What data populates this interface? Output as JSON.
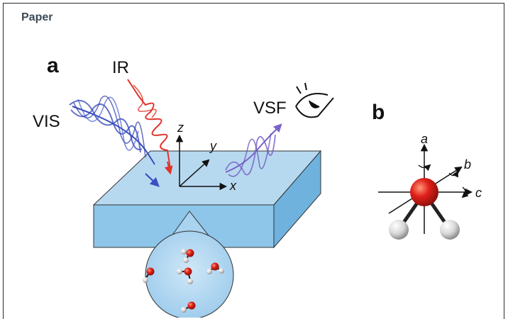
{
  "header": {
    "label": "Paper"
  },
  "panel_a": {
    "letter": "a",
    "beams": {
      "visible": "VIS",
      "infrared": "IR",
      "sum_frequency": "VSF"
    },
    "axes": {
      "x": "x",
      "y": "y",
      "z": "z"
    },
    "colors": {
      "slab_top": "#b7d9f0",
      "slab_front": "#8ec6ea",
      "slab_side": "#6eb2dd",
      "vis_beam": "#3b4fbf",
      "ir_beam": "#e0342c",
      "vsf_beam": "#7b63c9"
    }
  },
  "panel_b": {
    "letter": "b",
    "axes": {
      "a": "a",
      "b": "b",
      "c": "c"
    },
    "colors": {
      "oxygen": "#e0201a",
      "hydrogen": "#d9d9d9"
    }
  },
  "icons": [
    "eye-icon",
    "water-molecule-icon"
  ]
}
